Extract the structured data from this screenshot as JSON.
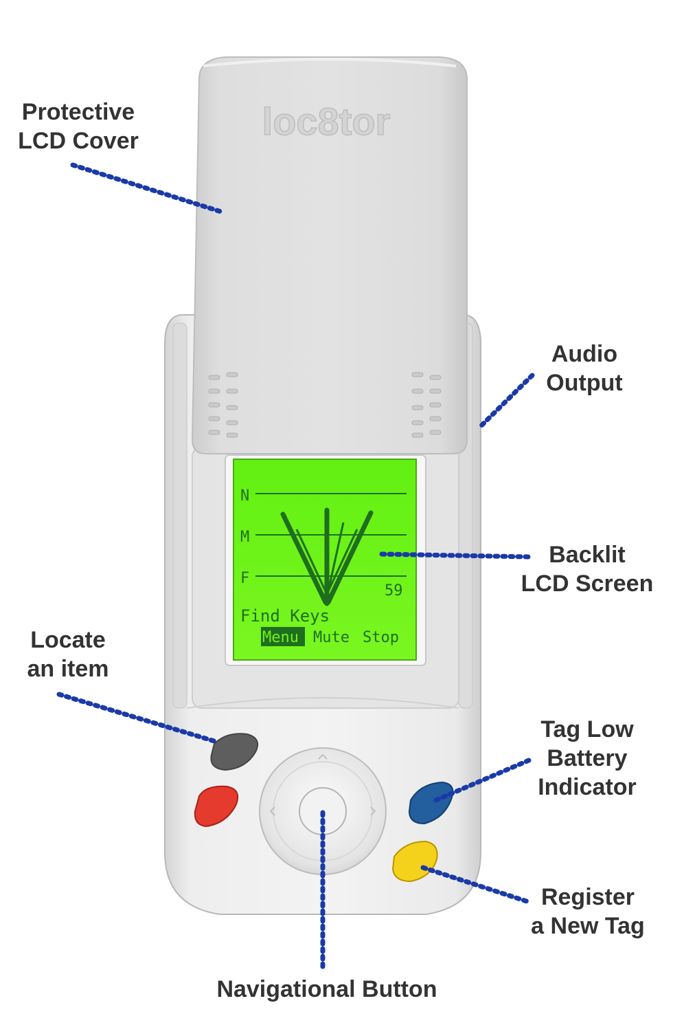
{
  "device": {
    "brand": "loc8tor",
    "colors": {
      "body": "#e6e6e6",
      "lcd": "#6ef414",
      "lcd_ink": "#1f6e1f",
      "button_locate": "#5e5e5e",
      "button_red": "#e53a2e",
      "button_blue": "#235e9e",
      "button_yellow": "#f4d21c",
      "callout_dots": "#1a3aa8"
    }
  },
  "lcd": {
    "range_n": "N",
    "range_m": "M",
    "range_f": "F",
    "signal": "59",
    "item": "Find Keys",
    "softkeys": [
      "Menu",
      "Mute",
      "Stop"
    ]
  },
  "labels": {
    "lcd_cover": [
      "Protective",
      "LCD Cover"
    ],
    "audio_output": [
      "Audio",
      "Output"
    ],
    "backlit_lcd": [
      "Backlit",
      "LCD Screen"
    ],
    "locate_item": [
      "Locate",
      "an item"
    ],
    "tag_low_battery": [
      "Tag Low",
      "Battery",
      "Indicator"
    ],
    "register_tag": [
      "Register",
      "a New Tag"
    ],
    "nav_button": [
      "Navigational Button"
    ]
  }
}
